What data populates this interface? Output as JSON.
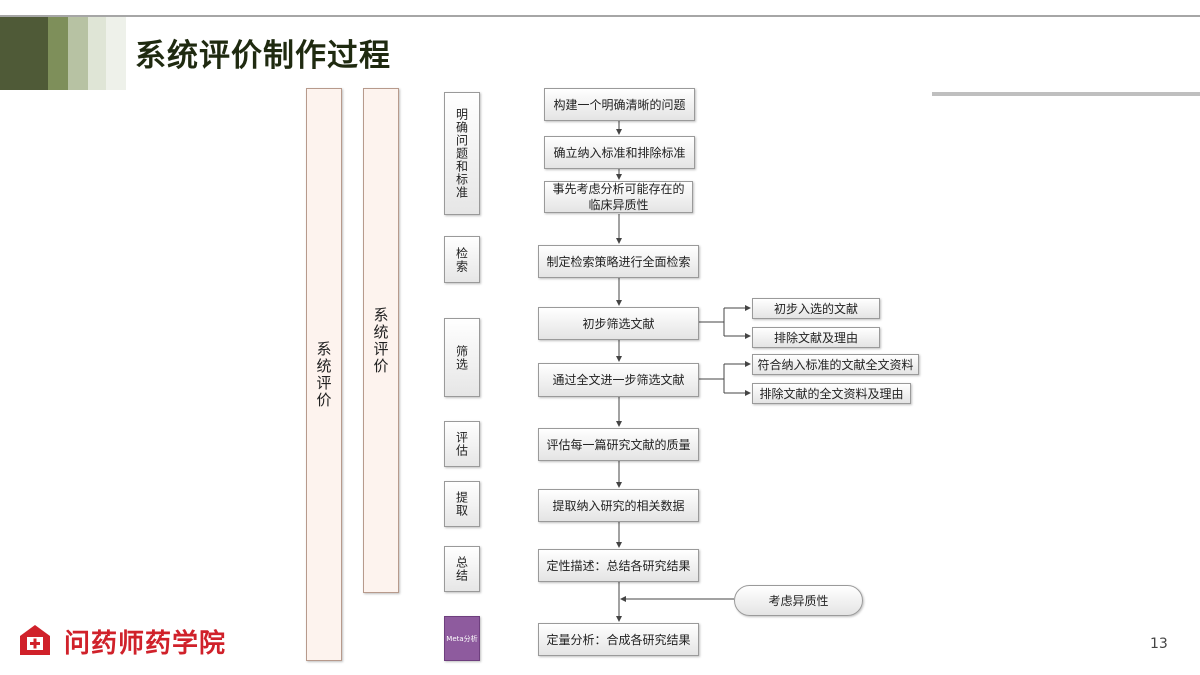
{
  "slide": {
    "title": "系统评价制作过程",
    "page_number": "13",
    "accent_colors": [
      "#4f5a37",
      "#7e8f5a",
      "#b7c2a3",
      "#dfe5d6",
      "#eef1ea"
    ]
  },
  "bars": {
    "outer": "系统评价",
    "inner": "系统评价"
  },
  "stages": [
    {
      "label": "明确问题和标准"
    },
    {
      "label": "检索"
    },
    {
      "label": "筛选"
    },
    {
      "label": "评估"
    },
    {
      "label": "提取"
    },
    {
      "label": "总结"
    },
    {
      "label": "Meta分析"
    }
  ],
  "steps": [
    {
      "label": "构建一个明确清晰的问题"
    },
    {
      "label": "确立纳入标准和排除标准"
    },
    {
      "label": "事先考虑分析可能存在的临床异质性"
    },
    {
      "label": "制定检索策略进行全面检索"
    },
    {
      "label": "初步筛选文献"
    },
    {
      "label": "通过全文进一步筛选文献"
    },
    {
      "label": "评估每一篇研究文献的质量"
    },
    {
      "label": "提取纳入研究的相关数据"
    },
    {
      "label": "定性描述：总结各研究结果"
    },
    {
      "label": "定量分析：合成各研究结果"
    }
  ],
  "branches": [
    {
      "label": "初步入选的文献"
    },
    {
      "label": "排除文献及理由"
    },
    {
      "label": "符合纳入标准的文献全文资料"
    },
    {
      "label": "排除文献的全文资料及理由"
    }
  ],
  "side_note": "考虑异质性",
  "logo": {
    "text": "问药师药学院",
    "icon": "pharmacy-house-icon",
    "color": "#d0212a"
  }
}
